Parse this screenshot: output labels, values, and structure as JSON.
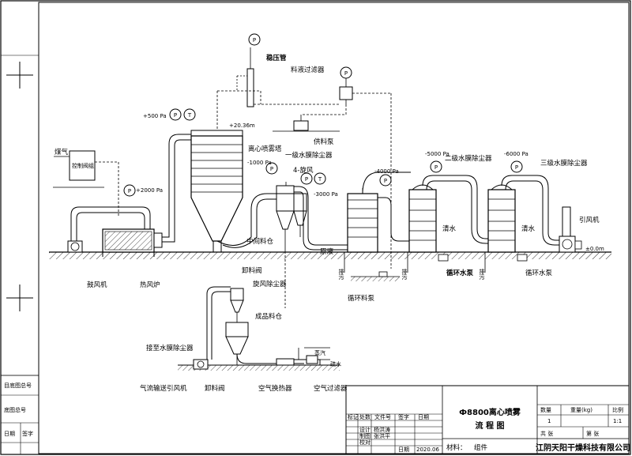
{
  "drawing": {
    "equipment": {
      "coal_gas": "煤气",
      "control_valve_group": "控制阀组",
      "blower": "鼓风机",
      "hot_air_furnace": "热风炉",
      "spray_tower": "离心喷雾塔",
      "stabilizer_tube": "稳压管",
      "feed_filter": "料液过滤器",
      "feed_pump": "供料泵",
      "cyclone4": "4-旋风",
      "intermediate_bin": "中间料仓",
      "discharge_valve_1": "卸料阀",
      "primary_scrubber": "一级水膜除尘器",
      "secondary_scrubber": "二级水膜除尘器",
      "tertiary_scrubber": "三级水膜除尘器",
      "induced_fan": "引风机",
      "raw_liquid": "原液",
      "clear_water_1": "清水",
      "clear_water_2": "清水",
      "circulation_pump_1": "循环料泵",
      "circulation_pump_2": "循环水泵",
      "circulation_pump_3": "循环水泵",
      "drain_1": "排污",
      "drain_2": "排污",
      "drain_3": "排污",
      "cyclone_dust": "旋风除尘器",
      "product_bin": "成品料仓",
      "to_scrubber": "接至水膜除尘器",
      "pneumatic_fan": "气流输送引风机",
      "discharge_valve_2": "卸料阀",
      "air_heat_exchanger": "空气换热器",
      "air_filter": "空气过滤器",
      "steam": "蒸汽",
      "hydrophobic": "疏水"
    },
    "instruments": {
      "p": "P",
      "t": "T"
    },
    "values": {
      "p_500": "+500 Pa",
      "p_2000": "+2000 Pa",
      "p_m1000": "-1000 Pa",
      "p_m3000": "-3000 Pa",
      "p_m4000": "-4000 Pa",
      "p_m5000": "-5000 Pa",
      "p_m6000": "-6000 Pa",
      "elev_top": "+20.36m",
      "elev_ground": "±0.0m"
    }
  },
  "left_strip": {
    "label1": "目底图总号",
    "label2": "底图总号",
    "label3": "日期",
    "label4": "签字"
  },
  "title_block": {
    "title_line1": "Ф8800离心喷雾",
    "title_line2": "流 程 图",
    "material_label": "材料：",
    "material_value": "组件",
    "company": "江阴天阳干燥科技有限公司",
    "col_mark": "标记",
    "col_count": "处数",
    "col_doc": "文件号",
    "col_sign": "签字",
    "col_date": "日期",
    "design": "设计",
    "draw": "制图",
    "check": "校对",
    "name_design": "杨洪涛",
    "name_review": "张洪平",
    "date_label": "日期",
    "date_value": "2020.06",
    "qty_label": "数量",
    "weight_label": "重量(kg)",
    "scale_label": "比例",
    "qty_value": "1",
    "scale_value": "1:1",
    "sheets_total": "共 张",
    "sheet_no": "第 张"
  }
}
